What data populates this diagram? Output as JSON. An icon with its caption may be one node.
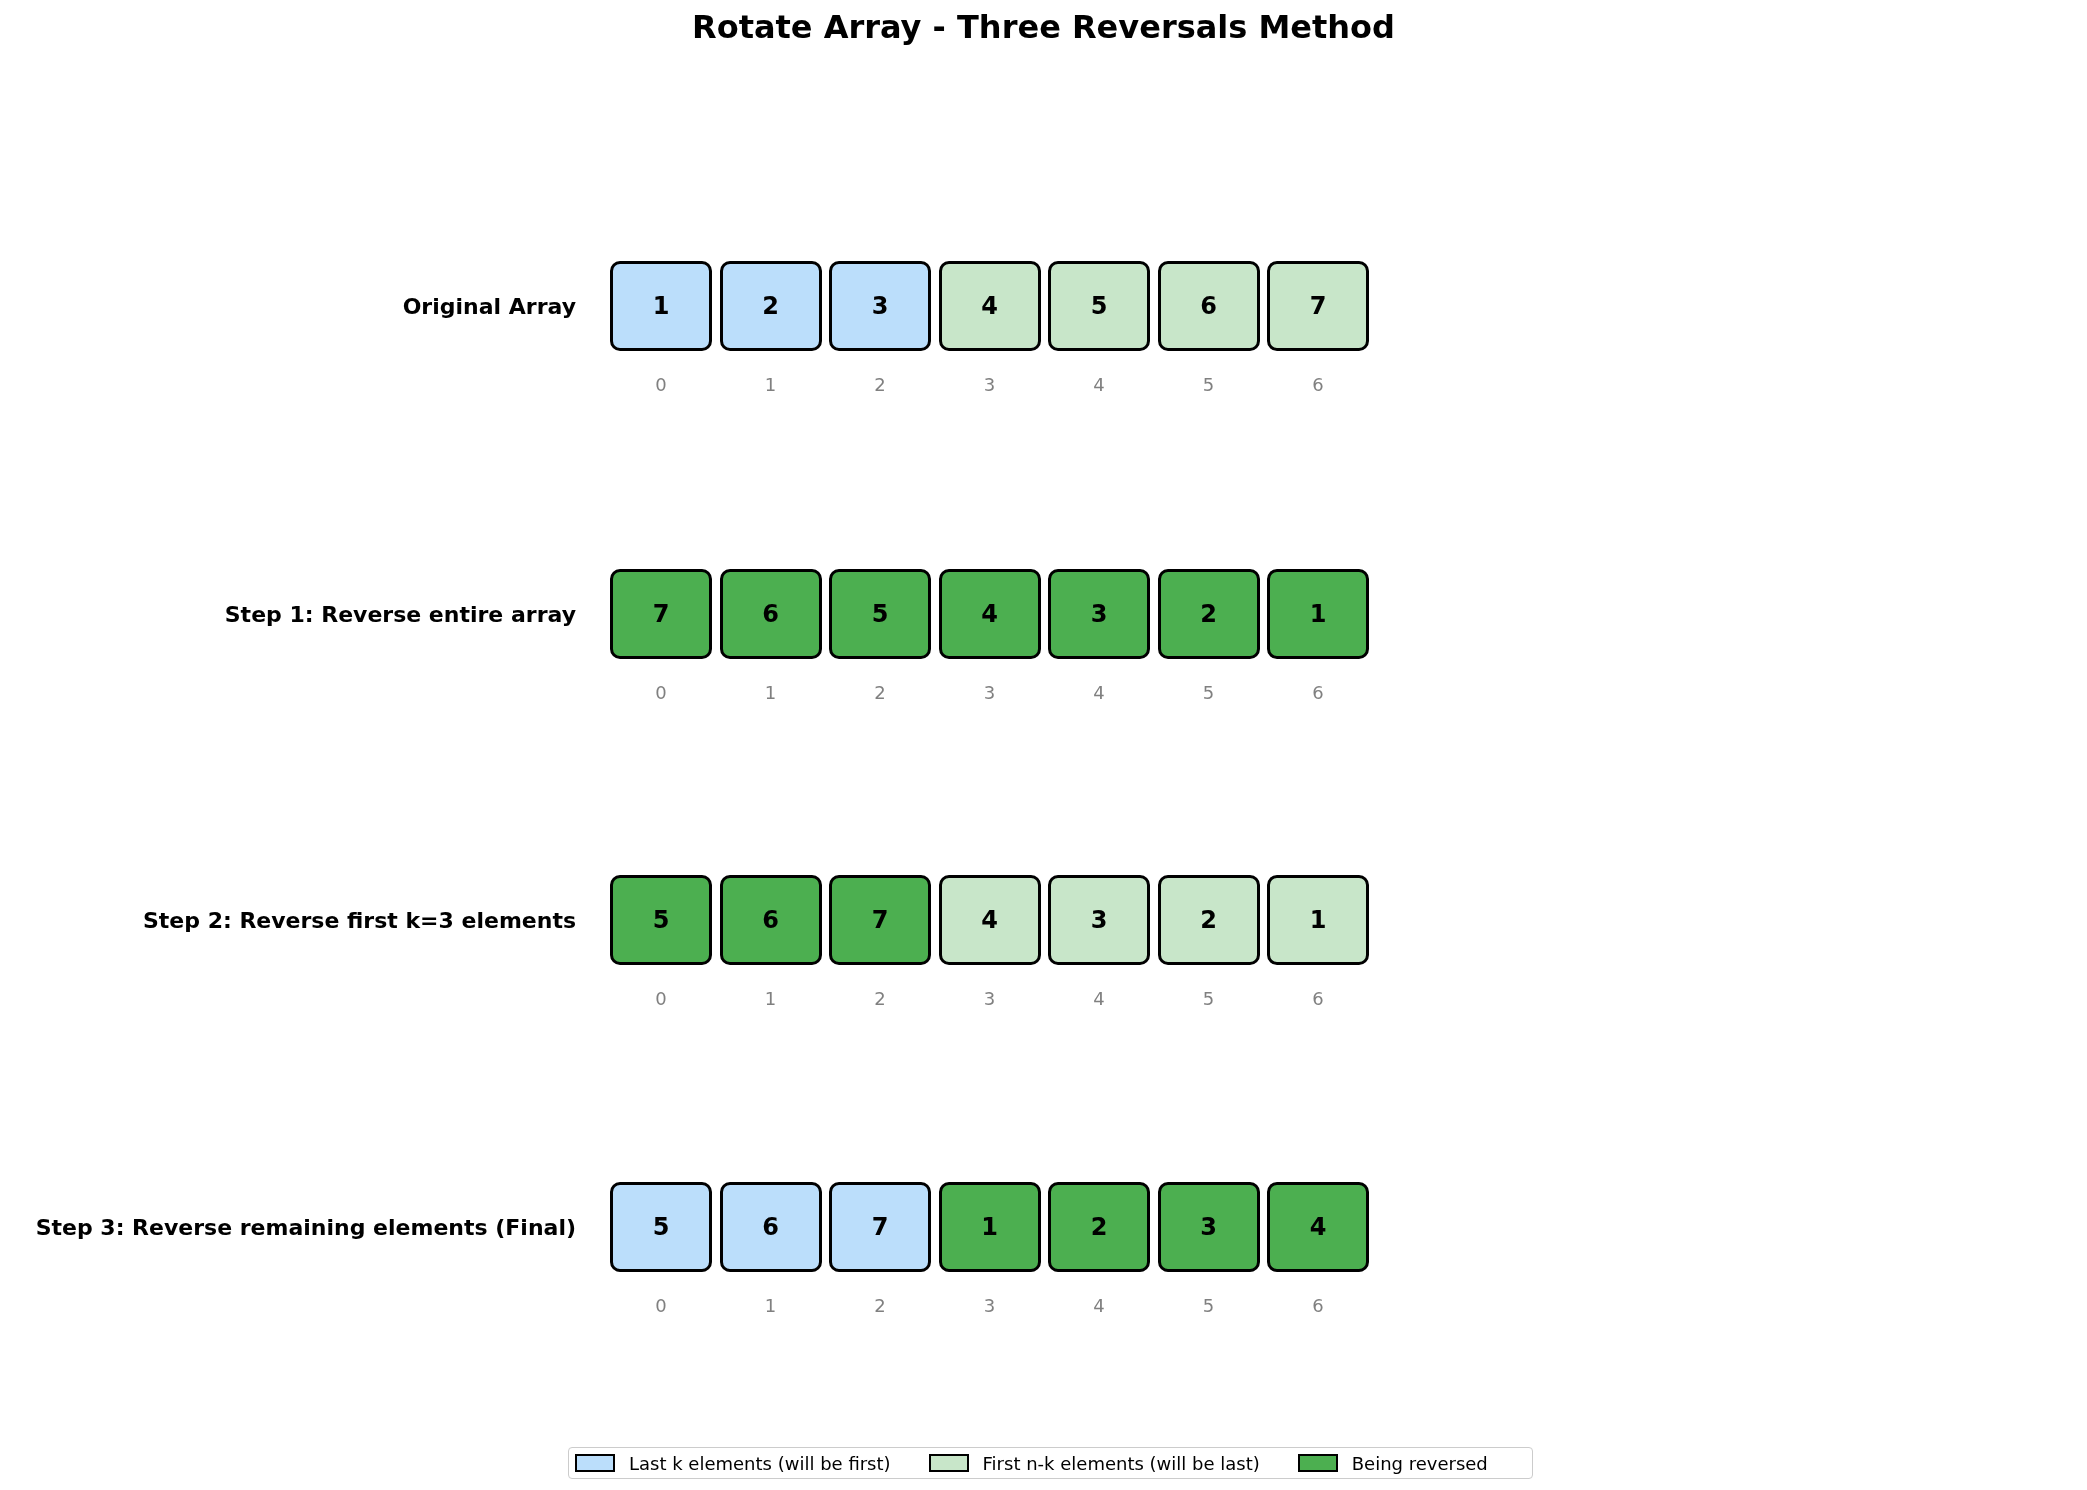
{
  "diagram": {
    "title": "Rotate Array - Three Reversals Method",
    "nodes": [
      {
        "text": [
          "1"
        ],
        "beside": [
          "0"
        ]
      },
      {
        "text": [
          "2"
        ],
        "beside": [
          "1"
        ]
      },
      {
        "text": [
          "3"
        ],
        "beside": [
          "2"
        ]
      },
      {
        "text": [
          "4"
        ],
        "beside": [
          "3"
        ]
      },
      {
        "text": [
          "5"
        ],
        "beside": [
          "4"
        ]
      },
      {
        "text": [
          "6"
        ],
        "beside": [
          "5"
        ]
      },
      {
        "text": [
          "7"
        ],
        "beside": [
          "6"
        ]
      },
      {
        "text": [
          "7"
        ],
        "beside": [
          "0"
        ]
      },
      {
        "text": [
          "6"
        ],
        "beside": [
          "1"
        ]
      },
      {
        "text": [
          "5"
        ],
        "beside": [
          "2"
        ]
      },
      {
        "text": [
          "4"
        ],
        "beside": [
          "3"
        ]
      },
      {
        "text": [
          "3"
        ],
        "beside": [
          "4"
        ]
      },
      {
        "text": [
          "2"
        ],
        "beside": [
          "5"
        ]
      },
      {
        "text": [
          "1"
        ],
        "beside": [
          "6"
        ]
      },
      {
        "text": [
          "5"
        ],
        "beside": [
          "0"
        ]
      },
      {
        "text": [
          "6"
        ],
        "beside": [
          "1"
        ]
      },
      {
        "text": [
          "7"
        ],
        "beside": [
          "2"
        ]
      },
      {
        "text": [
          "4"
        ],
        "beside": [
          "3"
        ]
      },
      {
        "text": [
          "3"
        ],
        "beside": [
          "4"
        ]
      },
      {
        "text": [
          "2"
        ],
        "beside": [
          "5"
        ]
      },
      {
        "text": [
          "1"
        ],
        "beside": [
          "6"
        ]
      },
      {
        "text": [
          "5"
        ],
        "beside": [
          "0"
        ]
      },
      {
        "text": [
          "6"
        ],
        "beside": [
          "1"
        ]
      },
      {
        "text": [
          "7"
        ],
        "beside": [
          "2"
        ]
      },
      {
        "text": [
          "1"
        ],
        "beside": [
          "3"
        ]
      },
      {
        "text": [
          "2"
        ],
        "beside": [
          "4"
        ]
      },
      {
        "text": [
          "3"
        ],
        "beside": [
          "5"
        ]
      },
      {
        "text": [
          "4"
        ],
        "beside": [
          "6"
        ]
      }
    ],
    "edges": [],
    "labels": [
      "Original Array",
      "Step 1: Reverse entire array",
      "Step 2: Reverse first k=3 elements",
      "Step 3: Reverse remaining elements (Final)"
    ],
    "legend": [
      {
        "text": "Last k elements (will be first)",
        "color": "#bbdefb"
      },
      {
        "text": "First n-k elements (will be last)",
        "color": "#c8e6c9"
      },
      {
        "text": "Being reversed",
        "color": "#4caf50"
      }
    ]
  }
}
